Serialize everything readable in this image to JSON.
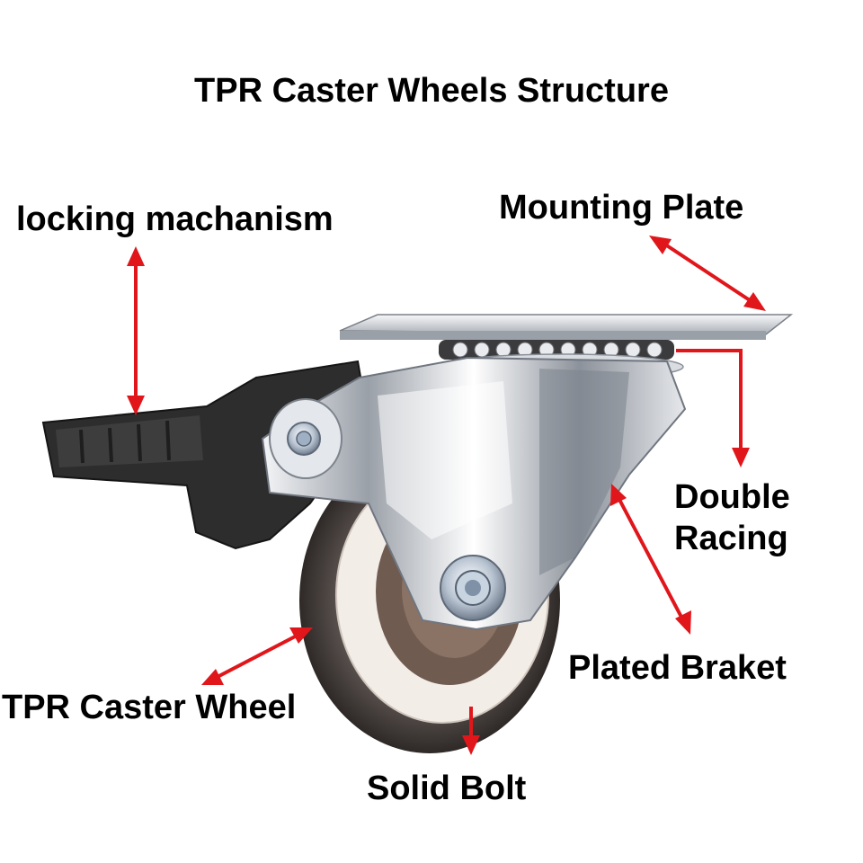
{
  "title": "TPR Caster Wheels Structure",
  "labels": {
    "locking_mechanism": "locking machanism",
    "mounting_plate": "Mounting Plate",
    "double_racing_line1": "Double",
    "double_racing_line2": "Racing",
    "plated_bracket": "Plated Braket",
    "tpr_caster_wheel": "TPR Caster Wheel",
    "solid_bolt": "Solid Bolt"
  },
  "colors": {
    "background": "#ffffff",
    "text": "#000000",
    "arrow": "#e0161b",
    "chrome": "#c8ccd2",
    "tire": "#4a4341",
    "wheel_core": "#f2ece6",
    "hub": "#6e5a4f",
    "lever": "#2f2f2f"
  }
}
